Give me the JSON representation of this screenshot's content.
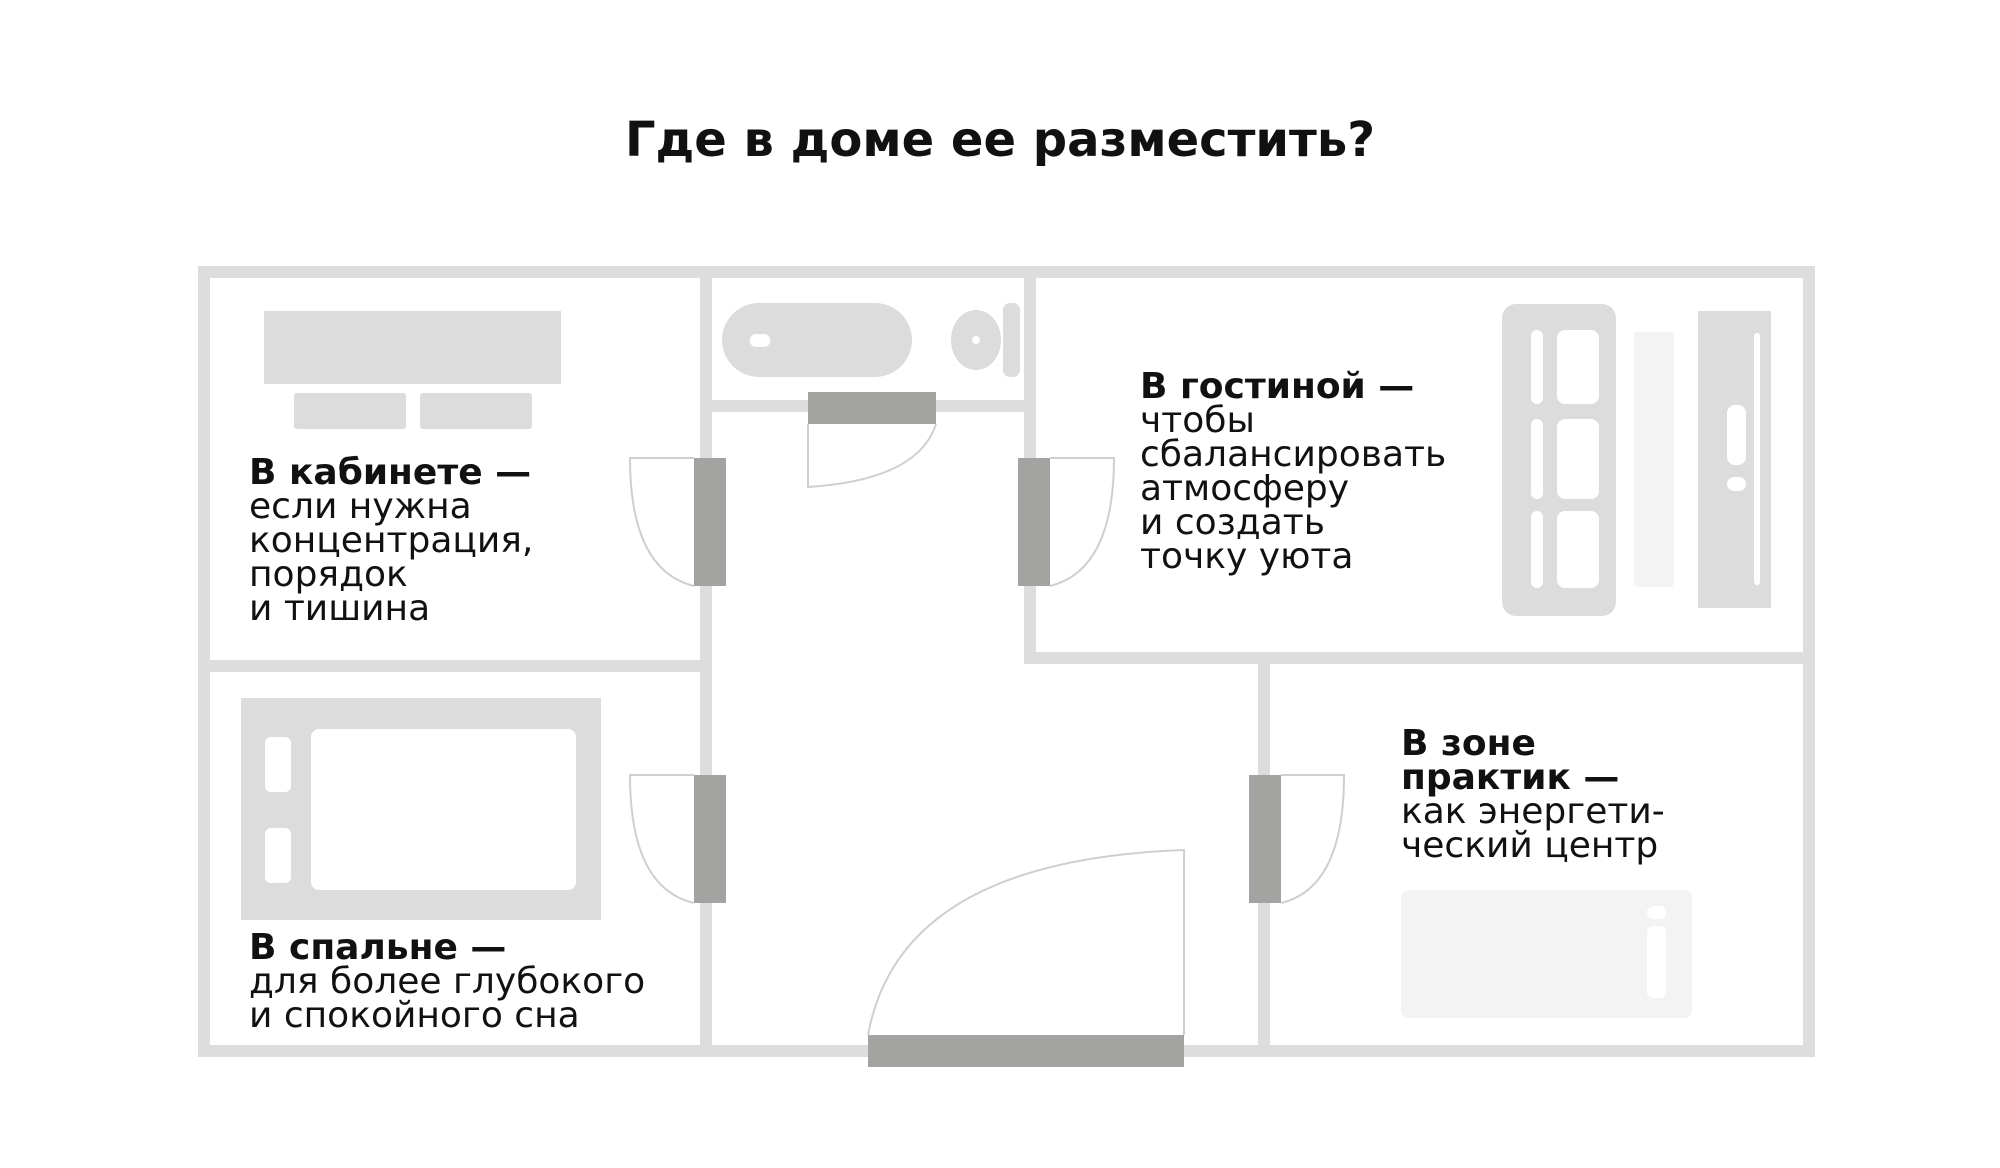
{
  "title": "Где в доме ее разместить?",
  "colors": {
    "wall": "#dddddd",
    "door": "#a3a3a2",
    "furniture": "#dcdcdc",
    "furniture_light": "#f3f3f3",
    "text": "#111111"
  },
  "rooms": {
    "study": {
      "heading": "В кабинете —",
      "text": "если нужна\nконцентрация,\nпорядок\nи тишина"
    },
    "living": {
      "heading": "В гостиной —",
      "text": "чтобы\nсбалансировать\nатмосферу\nи создать\nточку уюта"
    },
    "practice": {
      "heading": "В зоне\nпрактик —",
      "text": "как энергети-\nческий центр"
    },
    "bedroom": {
      "heading": "В спальне —",
      "text": "для более глубокого\nи спокойного сна"
    }
  }
}
